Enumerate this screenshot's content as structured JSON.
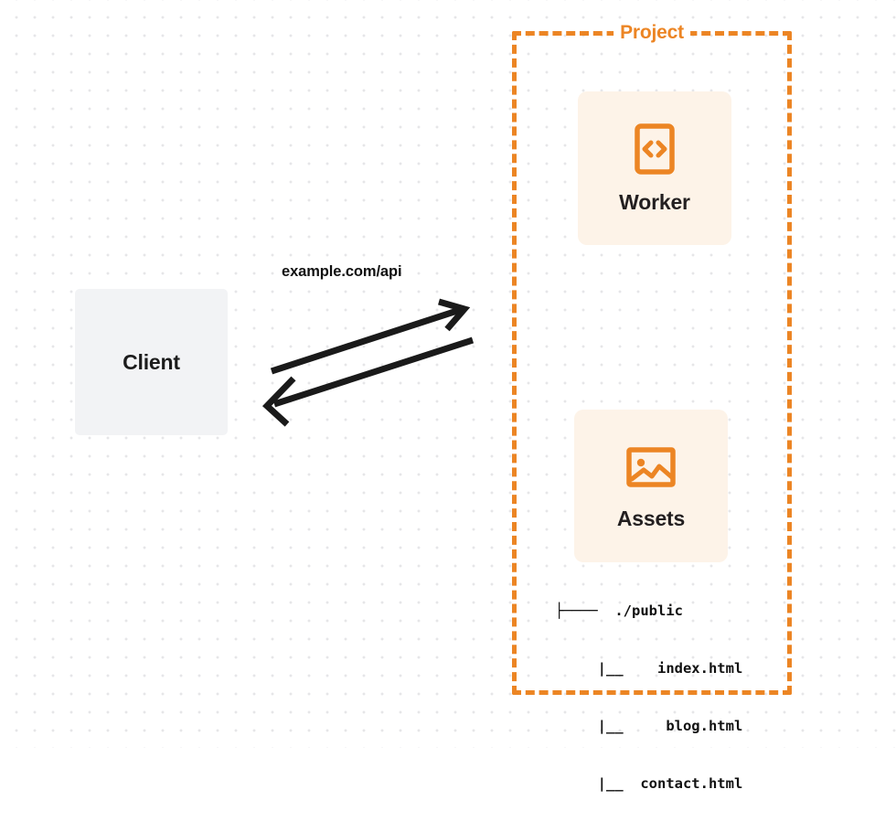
{
  "diagram": {
    "background": {
      "dot_color": "#e6e6e8",
      "page_color": "#ffffff"
    },
    "client": {
      "label": "Client",
      "fill": "#f2f3f5"
    },
    "connection": {
      "label": "example.com/api",
      "stroke": "#1a1a1a",
      "request_direction": "client-to-project",
      "response_direction": "project-to-client"
    },
    "project": {
      "title": "Project",
      "border_color": "#ec8524",
      "cards": [
        {
          "label": "Worker",
          "icon": "code-brackets-icon",
          "fill": "#fdf3e8",
          "icon_color": "#ec8524"
        },
        {
          "label": "Assets",
          "icon": "image-icon",
          "fill": "#fdf3e8",
          "icon_color": "#ec8524"
        }
      ],
      "file_tree": [
        "├────  ./public",
        "     |__    index.html",
        "     |__     blog.html",
        "     |__  contact.html"
      ]
    }
  }
}
